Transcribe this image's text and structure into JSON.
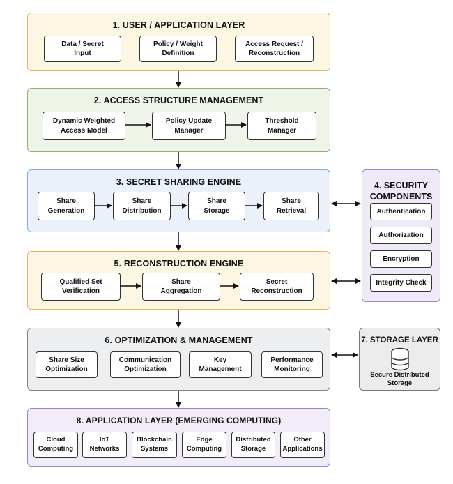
{
  "layer1": {
    "title": "1. USER / APPLICATION LAYER",
    "boxes": [
      "Data / Secret\nInput",
      "Policy / Weight\nDefinition",
      "Access Request /\nReconstruction"
    ]
  },
  "layer2": {
    "title": "2. ACCESS STRUCTURE MANAGEMENT",
    "boxes": [
      "Dynamic Weighted\nAccess Model",
      "Policy Update\nManager",
      "Threshold\nManager"
    ]
  },
  "layer3": {
    "title": "3. SECRET SHARING ENGINE",
    "boxes": [
      "Share\nGeneration",
      "Share\nDistribution",
      "Share\nStorage",
      "Share\nRetrieval"
    ]
  },
  "layer4": {
    "title": "4. SECURITY\nCOMPONENTS",
    "boxes": [
      "Authentication",
      "Authorization",
      "Encryption",
      "Integrity Check"
    ]
  },
  "layer5": {
    "title": "5. RECONSTRUCTION ENGINE",
    "boxes": [
      "Qualified Set\nVerification",
      "Share\nAggregation",
      "Secret\nReconstruction"
    ]
  },
  "layer6": {
    "title": "6. OPTIMIZATION & MANAGEMENT",
    "boxes": [
      "Share Size\nOptimization",
      "Communication\nOptimization",
      "Key\nManagement",
      "Performance\nMonitoring"
    ]
  },
  "layer7": {
    "title": "7. STORAGE LAYER",
    "label": "Secure Distributed\nStorage",
    "icon": "database-icon"
  },
  "layer8": {
    "title": "8. APPLICATION LAYER (EMERGING COMPUTING)",
    "boxes": [
      "Cloud\nComputing",
      "IoT\nNetworks",
      "Blockchain\nSystems",
      "Edge\nComputing",
      "Distributed\nStorage",
      "Other\nApplications"
    ]
  },
  "colors": {
    "layer1_bg": "#fdf6e3",
    "layer1_border": "#e0b860",
    "layer2_bg": "#eef5e8",
    "layer2_border": "#8cb46e",
    "layer3_bg": "#eaf1fb",
    "layer3_border": "#8aaad8",
    "layer4_bg": "#efe9f8",
    "layer4_border": "#9a86c8",
    "layer5_bg": "#fdf6e3",
    "layer5_border": "#e0b860",
    "layer6_bg": "#eceef0",
    "layer6_border": "#7d8791",
    "layer7_bg": "#ececec",
    "layer7_border": "#777777",
    "layer8_bg": "#f1ecf8",
    "layer8_border": "#9a86c8",
    "arrow": "#111111"
  }
}
